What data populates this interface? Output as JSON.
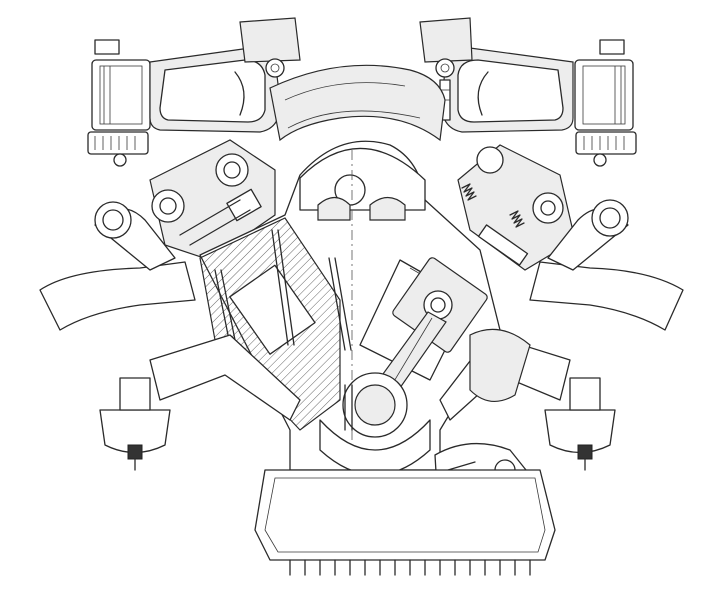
{
  "drawing": {
    "subject": "",
    "colors": {
      "background": "#ffffff",
      "line": "#2a2a2a",
      "section_fill": "#ededed"
    },
    "parts": [
      "intake-plenum-left",
      "intake-plenum-right",
      "cylinder-head-left",
      "cylinder-head-right",
      "engine-block",
      "piston-right-bank",
      "connecting-rod",
      "crankshaft",
      "oil-pump",
      "oil-sump",
      "exhaust-manifold-left",
      "exhaust-manifold-right",
      "engine-mount-left",
      "engine-mount-right"
    ]
  }
}
